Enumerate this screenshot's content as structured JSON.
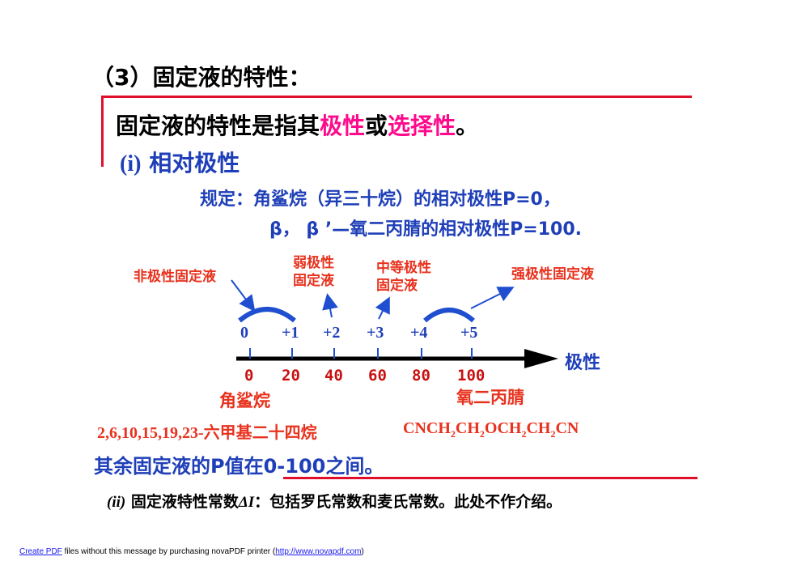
{
  "heading": "（3）固定液的特性：",
  "definition": {
    "prefix": "固定液的特性是指其",
    "term1": "极性",
    "connector": "或",
    "term2": "选择性",
    "suffix": "。"
  },
  "subsection_i": {
    "marker": "(i)",
    "title": "相对极性"
  },
  "rule_line1": "规定：角鲨烷（异三十烷）的相对极性P=0，",
  "rule_line2": "β， β ’—氧二丙腈的相对极性P=100.",
  "scale": {
    "labels": {
      "nonpolar": "非极性固定液",
      "weak_line1": "弱极性",
      "weak_line2": "固定液",
      "medium_line1": "中等极性",
      "medium_line2": "固定液",
      "strong": "强极性固定液"
    },
    "grades": [
      "0",
      "+1",
      "+2",
      "+3",
      "+4",
      "+5"
    ],
    "values": [
      "0",
      "20",
      "40",
      "60",
      "80",
      "100"
    ],
    "axis_label": "极性",
    "left_compound": "角鲨烷",
    "right_compound": "氧二丙腈"
  },
  "hexamethyl_name": "2,6,10,15,19,23-六甲基二十四烷",
  "formula": {
    "p1": "CNCH",
    "s1": "2",
    "p2": "CH",
    "s2": "2",
    "p3": "OCH",
    "s3": "2",
    "p4": "CH",
    "s4": "2",
    "p5": "CN"
  },
  "remaining": "其余固定液的P值在0-100之间。",
  "subsection_ii": {
    "marker": "(ii)",
    "title": "固定液特性常数",
    "symbol": "ΔI",
    "text": "：包括罗氏常数和麦氏常数。此处不作介绍。"
  },
  "footer": {
    "link1": "Create PDF",
    "middle": " files without this message by purchasing novaPDF printer (",
    "link2": "http://www.novapdf.com",
    "end": ")"
  }
}
